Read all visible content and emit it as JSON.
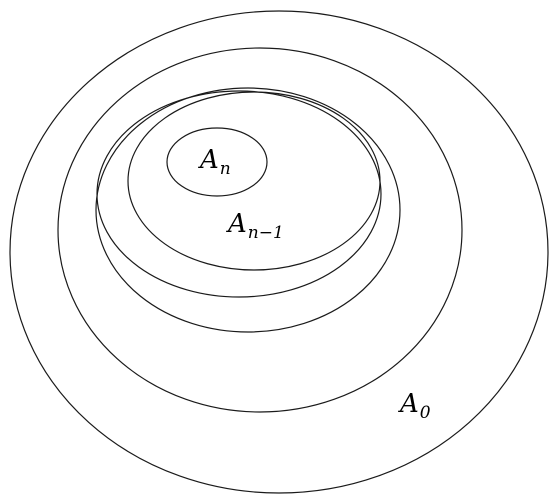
{
  "diagram": {
    "labels": {
      "inner": {
        "base": "A",
        "sub": "n"
      },
      "second": {
        "base": "A",
        "sub": "n−1"
      },
      "outer": {
        "base": "A",
        "sub": "0"
      }
    },
    "ring_count": 6,
    "stroke_color": "#1a1a1a",
    "background": "#ffffff"
  }
}
